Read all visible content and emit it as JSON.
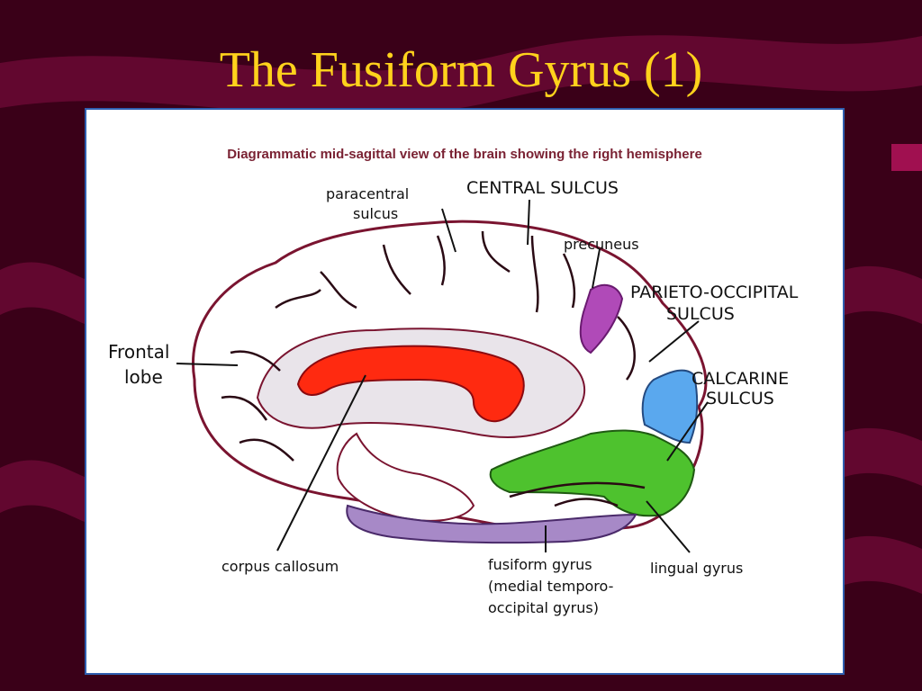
{
  "slide": {
    "title": "The Fusiform Gyrus (1)"
  },
  "figure": {
    "caption": "Diagrammatic mid-sagittal view of the brain showing the right hemisphere",
    "labels": {
      "paracentral_1": "paracentral",
      "paracentral_2": "sulcus",
      "central_sulcus": "CENTRAL SULCUS",
      "precuneus": "precuneus",
      "parieto_1": "PARIETO-OCCIPITAL",
      "parieto_2": "SULCUS",
      "calcarine_1": "CALCARINE",
      "calcarine_2": "SULCUS",
      "frontal_1": "Frontal",
      "frontal_2": "lobe",
      "corpus_callosum": "corpus callosum",
      "fusiform_1": "fusiform gyrus",
      "fusiform_2": "(medial temporo-",
      "fusiform_3": "occipital gyrus)",
      "lingual": "lingual gyrus"
    }
  },
  "colors": {
    "title": "#ffd21c",
    "background": "#3a0018",
    "stripe": "#7a0a3c",
    "frame_border": "#2f5fb0",
    "corpus_callosum": "#ff2a10",
    "precuneus": "#b04ab8",
    "cuneus": "#5aa8ee",
    "lingual": "#4ec22e",
    "fusiform": "#a789c7",
    "caption": "#7a2233"
  }
}
